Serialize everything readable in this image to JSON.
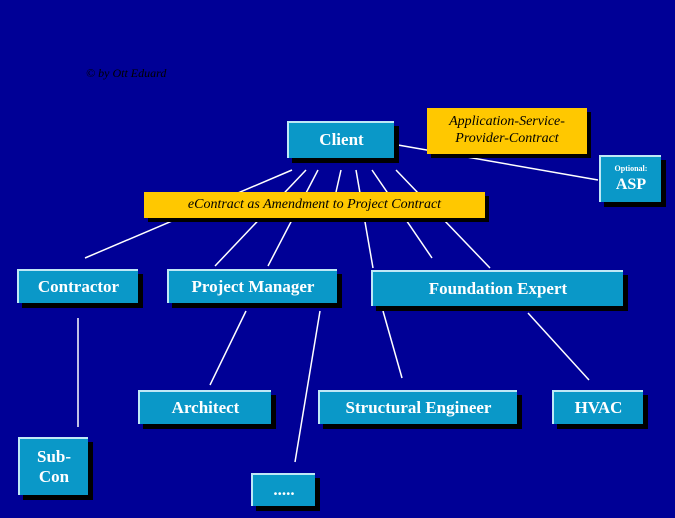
{
  "copyright": "© by Ott Eduard",
  "nodes": {
    "client": "Client",
    "asp_contract": "Application-Service-Provider-Contract",
    "asp_optional": "Optional:",
    "asp": "ASP",
    "econtract": "eContract as Amendment to Project Contract",
    "contractor": "Contractor",
    "project_manager": "Project Manager",
    "foundation_expert": "Foundation Expert",
    "architect": "Architect",
    "structural_engineer": "Structural Engineer",
    "hvac": "HVAC",
    "subcon": "Sub-Con",
    "more": "....."
  },
  "colors": {
    "background": "#000096",
    "box": "#0a98c8",
    "highlight": "#ffc800"
  }
}
